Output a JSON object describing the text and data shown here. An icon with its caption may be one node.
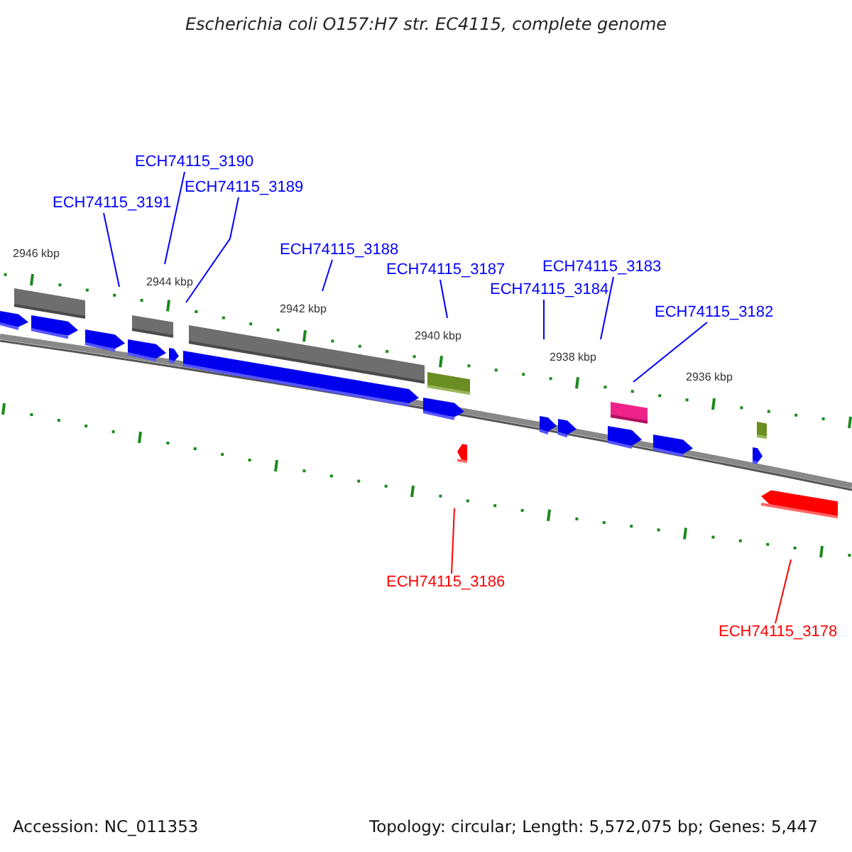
{
  "diagram": {
    "title": "Escherichia coli O157:H7 str. EC4115, complete genome",
    "nodes": [
      {
        "text": [
          "ECH74115_3190"
        ]
      },
      {
        "text": [
          "ECH74115_3189"
        ]
      },
      {
        "text": [
          "ECH74115_3191"
        ]
      },
      {
        "text": [
          "ECH74115_3188"
        ]
      },
      {
        "text": [
          "ECH74115_3183"
        ]
      },
      {
        "text": [
          "ECH74115_3187"
        ]
      },
      {
        "text": [
          "ECH74115_3184"
        ]
      },
      {
        "text": [
          "ECH74115_3182"
        ]
      },
      {
        "text": [
          "ECH74115_3186"
        ]
      },
      {
        "text": [
          "ECH74115_3178"
        ]
      }
    ],
    "edges": [
      {
        "from": 0,
        "to": null,
        "arrow": "none"
      },
      {
        "from": 1,
        "to": null,
        "arrow": "none"
      },
      {
        "from": 2,
        "to": null,
        "arrow": "none"
      },
      {
        "from": 3,
        "to": null,
        "arrow": "none"
      },
      {
        "from": 4,
        "to": null,
        "arrow": "none"
      },
      {
        "from": 5,
        "to": null,
        "arrow": "none"
      },
      {
        "from": 6,
        "to": null,
        "arrow": "none"
      },
      {
        "from": 7,
        "to": null,
        "arrow": "none"
      },
      {
        "from": 8,
        "to": null,
        "arrow": "none",
        "color": "#ff0000"
      },
      {
        "from": 9,
        "to": null,
        "arrow": "none",
        "color": "#ff0000"
      }
    ],
    "labels": [
      "2946 kbp",
      "2944 kbp",
      "2942 kbp",
      "2940 kbp",
      "2938 kbp",
      "2936 kbp",
      "Accession: NC_011353",
      "Topology: circular; Length: 5,572,075 bp; Genes: 5,447"
    ]
  }
}
